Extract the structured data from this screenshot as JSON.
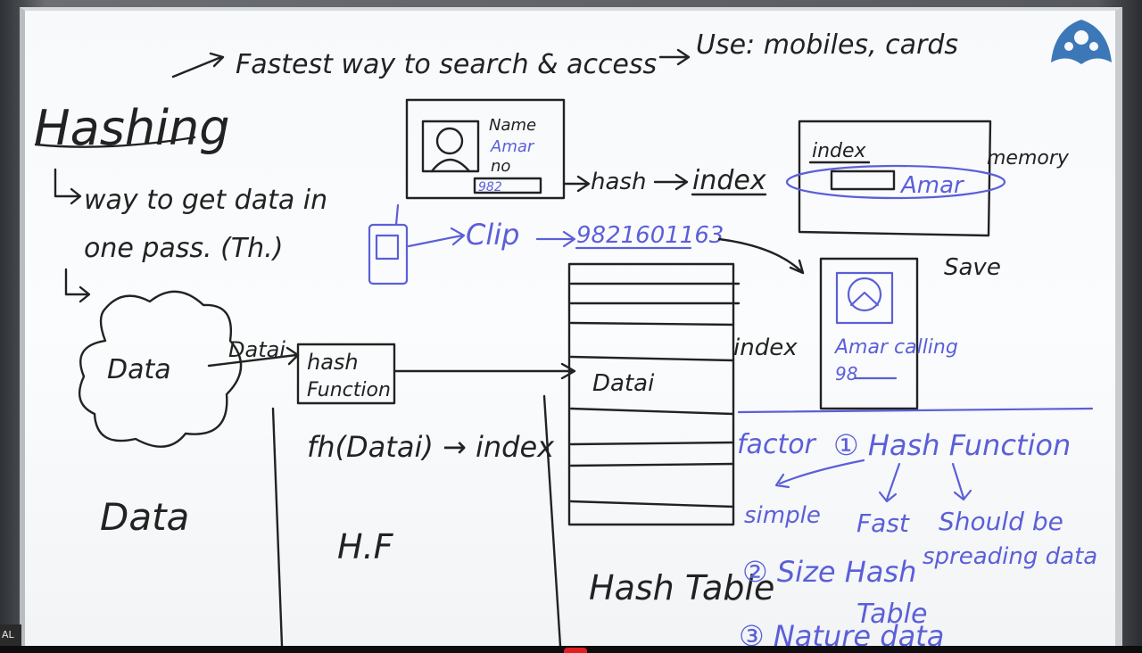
{
  "board": {
    "title": "Hashing",
    "intro": [
      "Fastest way to search & access",
      "Use: mobiles, cards"
    ],
    "definition": [
      "way to get data in",
      "one pass. (Th.)"
    ],
    "cloud_label": "Data",
    "arrow_label": "Datai",
    "hash_box": [
      "hash",
      "Function"
    ],
    "formula": "fh(Datai) → index",
    "left_data": "Data",
    "hf": "H.F",
    "table_title": "Hash Table",
    "table_row": "Datai",
    "table_index": "index",
    "id_card": [
      "Name",
      "Amar",
      "no",
      "982"
    ],
    "chain": [
      "hash",
      "index"
    ],
    "clip": "Clip",
    "number": "9821601163",
    "memory": {
      "title": "index",
      "entry": "Amar",
      "label": "memory"
    },
    "save": "Save",
    "caller": [
      "Amar calling",
      "98"
    ],
    "factors": {
      "heading": "factor",
      "one": "① Hash Function",
      "sub": [
        "simple",
        "Fast",
        "Should be",
        "spreading data"
      ],
      "two": "② Size Hash",
      "two_b": "Table",
      "three": "③ Nature data"
    }
  },
  "overlay": {
    "corner": "AL"
  },
  "colors": {
    "ink": "#222222",
    "blue_marker": "#5b5fd8",
    "board": "#f7f9fb"
  },
  "icons": [
    "person-portrait-icon",
    "phone-icon",
    "emblem-icon"
  ]
}
